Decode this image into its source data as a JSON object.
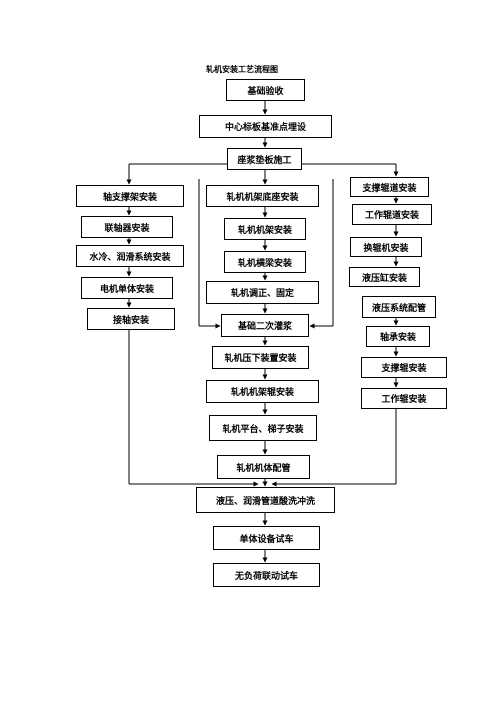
{
  "title": "轧机安装工艺流程图",
  "center": {
    "n1": "基础验收",
    "n2": "中心标板基准点埋设",
    "n3": "座浆垫板施工",
    "n4": "轧机机架底座安装",
    "n5": "轧机机架安装",
    "n6": "轧机横梁安装",
    "n7": "轧机调正、固定",
    "n8": "基础二次灌浆",
    "n9": "轧机压下装置安装",
    "n10": "轧机机架辊安装",
    "n11": "轧机平台、梯子安装",
    "n12": "轧机机体配管",
    "n13": "液压、润滑管道酸洗冲洗",
    "n14": "单体设备试车",
    "n15": "无负荷联动试车"
  },
  "left": {
    "l1": "轴支撑架安装",
    "l2": "联轴器安装",
    "l3": "水冷、润滑系统安装",
    "l4": "电机单体安装",
    "l5": "接轴安装"
  },
  "right": {
    "r1": "支撑辊道安装",
    "r2": "工作辊道安装",
    "r3": "换辊机安装",
    "r4": "液压缸安装",
    "r5": "液压系统配管",
    "r6": "轴承安装",
    "r7": "支撑辊安装",
    "r8": "工作辊安装"
  }
}
